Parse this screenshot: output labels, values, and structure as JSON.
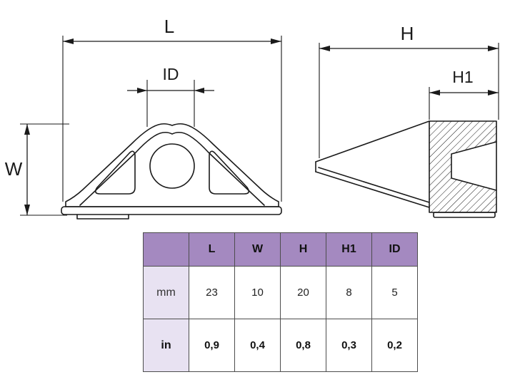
{
  "colors": {
    "line": "#1a1a1a",
    "table_header_bg": "#a489c0",
    "table_label_bg": "#e8e2f2",
    "table_border": "#4d4d4d",
    "background": "#ffffff"
  },
  "front_view": {
    "label_length": "L",
    "label_inner_diameter": "ID",
    "label_width": "W"
  },
  "side_view": {
    "label_height": "H",
    "label_height1": "H1"
  },
  "table": {
    "header": [
      "",
      "L",
      "W",
      "H",
      "H1",
      "ID"
    ],
    "rows": [
      {
        "label": "mm",
        "values": [
          "23",
          "10",
          "20",
          "8",
          "5"
        ]
      },
      {
        "label": "in",
        "values": [
          "0,9",
          "0,4",
          "0,8",
          "0,3",
          "0,2"
        ]
      }
    ]
  }
}
